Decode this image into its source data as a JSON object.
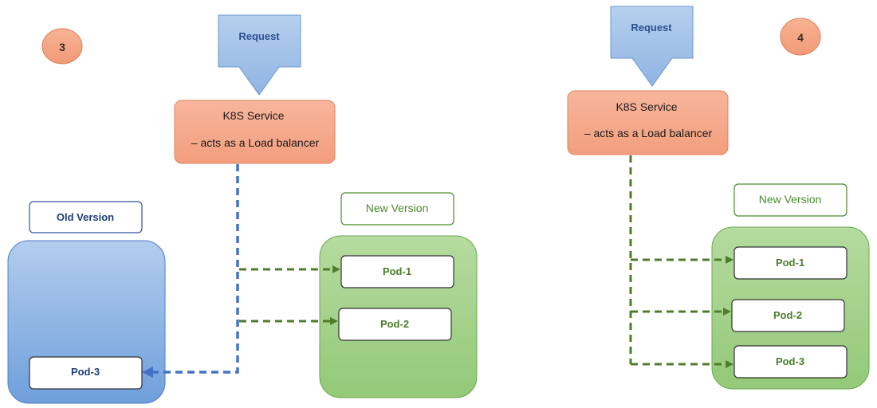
{
  "colors": {
    "request_fill_top": "#b6d0ee",
    "request_fill_bottom": "#8fb4e3",
    "request_stroke": "#6b97cf",
    "request_text": "#2f4f8f",
    "service_fill_top": "#f8b59c",
    "service_fill_bottom": "#f29f7e",
    "service_stroke": "#e0815f",
    "badge_fill": "#f4a383",
    "badge_stroke": "#e07d59",
    "badge_text": "#3a2a22",
    "old_fill_top": "#b3cdee",
    "old_fill_bottom": "#6f9fdc",
    "old_stroke": "#4f7fc2",
    "old_label": "#1f3c7a",
    "new_fill_top": "#b6dba0",
    "new_fill_bottom": "#93c978",
    "new_stroke": "#6aa84f",
    "new_label": "#4d8a2f",
    "pod_green_text": "#4a7d27",
    "pod_blue_text": "#1f3c7a",
    "green_arrow": "#4f7d2a",
    "blue_arrow": "#4472c4"
  },
  "panels": [
    {
      "step_badge": "3",
      "request_label": "Request",
      "service_line1": "K8S Service",
      "service_line2": "– acts as a Load balancer",
      "old_version_label": "Old Version",
      "new_version_label": "New Version",
      "new_pods": [
        "Pod-1",
        "Pod-2"
      ],
      "old_pods": [
        "Pod-3"
      ]
    },
    {
      "step_badge": "4",
      "request_label": "Request",
      "service_line1": "K8S Service",
      "service_line2": "– acts as a Load balancer",
      "new_version_label": "New Version",
      "new_pods": [
        "Pod-1",
        "Pod-2",
        "Pod-3"
      ]
    }
  ]
}
